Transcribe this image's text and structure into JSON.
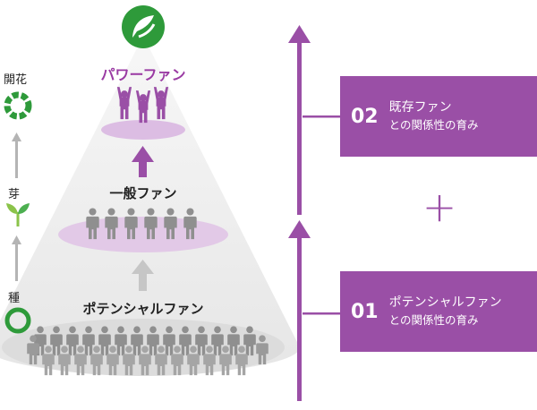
{
  "growth_stages": {
    "bloom": "開花",
    "sprout": "芽",
    "seed": "種"
  },
  "levels": {
    "power": "パワーファン",
    "general": "一般ファン",
    "potential": "ポテンシャルファン"
  },
  "boxes": [
    {
      "number": "02",
      "title": "既存ファン",
      "subtitle": "との関係性の育み"
    },
    {
      "number": "01",
      "title": "ポテンシャルファン",
      "subtitle": "との関係性の育み"
    }
  ],
  "plus_symbol": "+",
  "colors": {
    "purple": "#9a4fa6",
    "green": "#2e9a3a",
    "person_gray": "#8f8f8f",
    "cone_gray": "#ececec"
  },
  "icons": {
    "logo": "leaf-logo-icon",
    "bloom": "flower-ring-icon",
    "sprout": "sprout-icon",
    "seed": "seed-ring-icon"
  }
}
